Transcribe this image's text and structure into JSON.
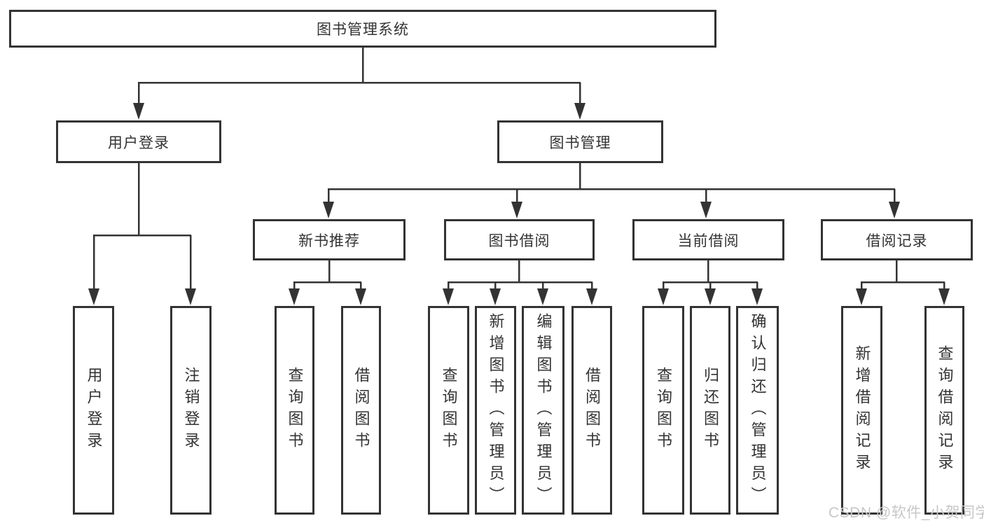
{
  "diagram": {
    "type": "hierarchy-tree",
    "orientation": "top-down",
    "tree": {
      "root": {
        "label": "图书管理系统"
      },
      "branches": [
        {
          "label": "用户登录",
          "children": [
            {
              "label": "用户登录"
            },
            {
              "label": "注销登录"
            }
          ]
        },
        {
          "label": "图书管理",
          "children": [
            {
              "label": "新书推荐",
              "children": [
                {
                  "label": "查询图书"
                },
                {
                  "label": "借阅图书"
                }
              ]
            },
            {
              "label": "图书借阅",
              "children": [
                {
                  "label": "查询图书"
                },
                {
                  "label": "新增图书（管理员）"
                },
                {
                  "label": "编辑图书（管理员）"
                },
                {
                  "label": "借阅图书"
                }
              ]
            },
            {
              "label": "当前借阅",
              "children": [
                {
                  "label": "查询图书"
                },
                {
                  "label": "归还图书"
                },
                {
                  "label": "确认归还（管理员）"
                }
              ]
            },
            {
              "label": "借阅记录",
              "children": [
                {
                  "label": "新增借阅记录"
                },
                {
                  "label": "查询借阅记录"
                }
              ]
            }
          ]
        }
      ]
    },
    "colors": {
      "line": "#333333",
      "box_border": "#333333",
      "box_background": "#ffffff",
      "text": "#333333",
      "watermark": "#c7c7c7"
    }
  },
  "watermark": {
    "text": "CSDN @软件_小贺同学"
  }
}
